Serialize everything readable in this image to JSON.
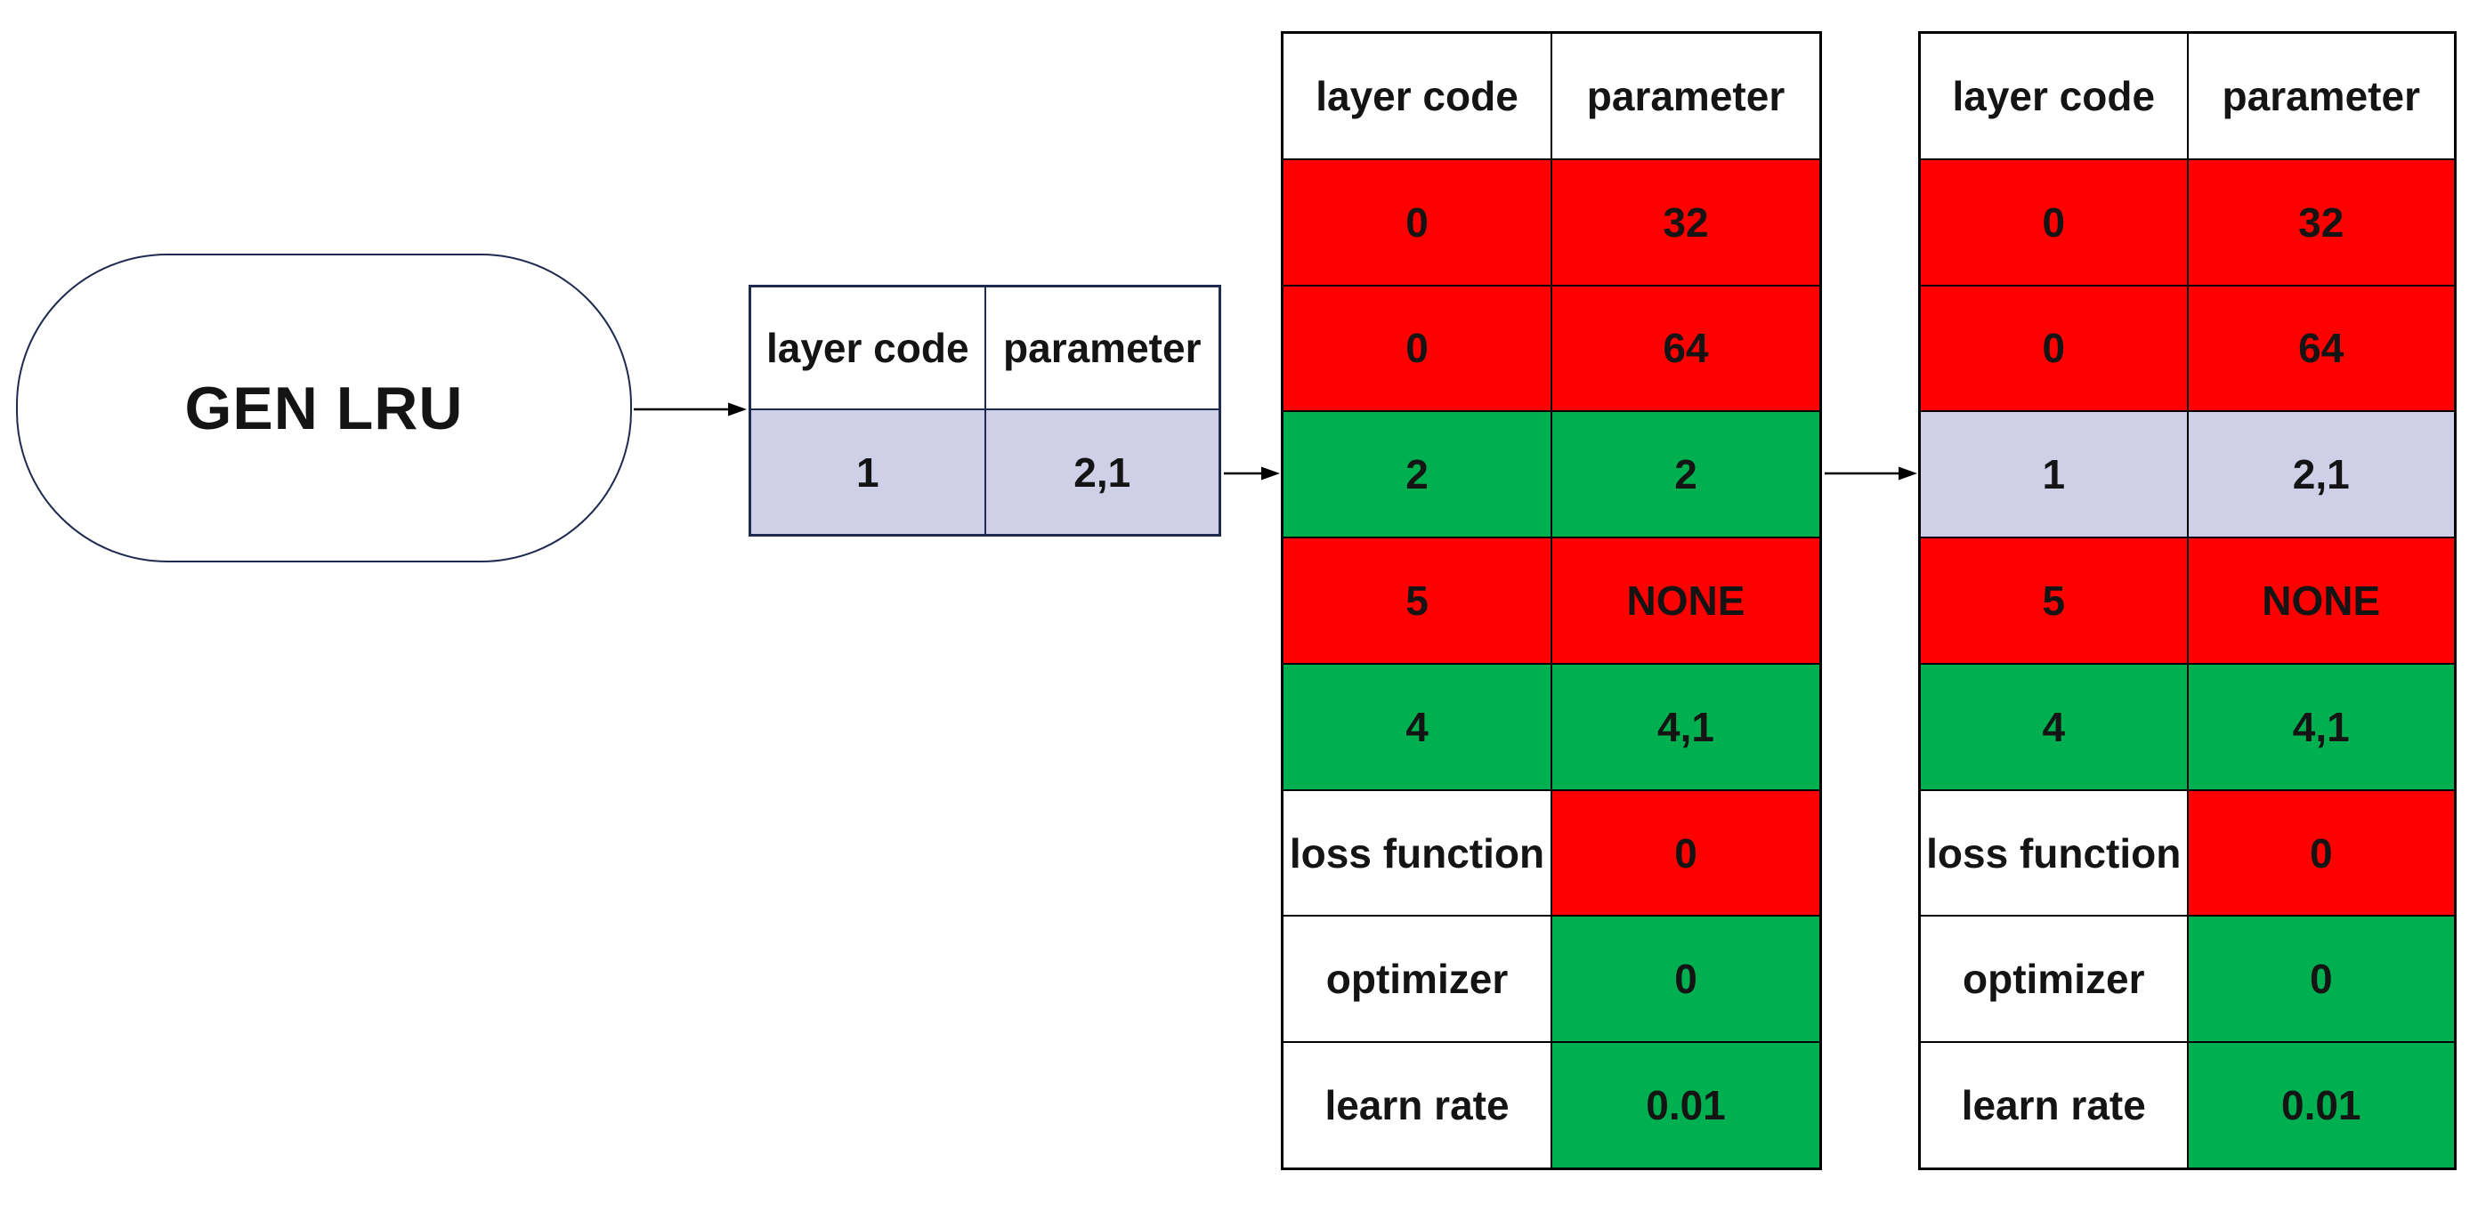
{
  "node": {
    "label": "GEN LRU"
  },
  "colors": {
    "invalid_red": "#ff0000",
    "valid_green": "#00b050",
    "gene_lavender": "#cfcfe8",
    "plain_white": "#ffffff",
    "gene_border_navy": "#1f2a50",
    "grid_border_black": "#000000",
    "text_black": "#141414"
  },
  "tables": {
    "gene": {
      "rows": [
        [
          {
            "text": "layer code",
            "state": "header"
          },
          {
            "text": "parameter",
            "state": "header"
          }
        ],
        [
          {
            "text": "1",
            "state": "selected"
          },
          {
            "text": "2,1",
            "state": "selected"
          }
        ]
      ]
    },
    "base": {
      "rows": [
        [
          {
            "text": "layer code",
            "state": "header"
          },
          {
            "text": "parameter",
            "state": "header"
          }
        ],
        [
          {
            "text": "0",
            "state": "bad"
          },
          {
            "text": "32",
            "state": "bad"
          }
        ],
        [
          {
            "text": "0",
            "state": "bad"
          },
          {
            "text": "64",
            "state": "bad"
          }
        ],
        [
          {
            "text": "2",
            "state": "good"
          },
          {
            "text": "2",
            "state": "good"
          }
        ],
        [
          {
            "text": "5",
            "state": "bad"
          },
          {
            "text": "NONE",
            "state": "bad"
          }
        ],
        [
          {
            "text": "4",
            "state": "good"
          },
          {
            "text": "4,1",
            "state": "good"
          }
        ],
        [
          {
            "text": "loss function",
            "state": "plain"
          },
          {
            "text": "0",
            "state": "bad"
          }
        ],
        [
          {
            "text": "optimizer",
            "state": "plain"
          },
          {
            "text": "0",
            "state": "good"
          }
        ],
        [
          {
            "text": "learn rate",
            "state": "plain"
          },
          {
            "text": "0.01",
            "state": "good"
          }
        ]
      ]
    },
    "mutated": {
      "rows": [
        [
          {
            "text": "layer code",
            "state": "header"
          },
          {
            "text": "parameter",
            "state": "header"
          }
        ],
        [
          {
            "text": "0",
            "state": "bad"
          },
          {
            "text": "32",
            "state": "bad"
          }
        ],
        [
          {
            "text": "0",
            "state": "bad"
          },
          {
            "text": "64",
            "state": "bad"
          }
        ],
        [
          {
            "text": "1",
            "state": "selected"
          },
          {
            "text": "2,1",
            "state": "selected"
          }
        ],
        [
          {
            "text": "5",
            "state": "bad"
          },
          {
            "text": "NONE",
            "state": "bad"
          }
        ],
        [
          {
            "text": "4",
            "state": "good"
          },
          {
            "text": "4,1",
            "state": "good"
          }
        ],
        [
          {
            "text": "loss function",
            "state": "plain"
          },
          {
            "text": "0",
            "state": "bad"
          }
        ],
        [
          {
            "text": "optimizer",
            "state": "plain"
          },
          {
            "text": "0",
            "state": "good"
          }
        ],
        [
          {
            "text": "learn rate",
            "state": "plain"
          },
          {
            "text": "0.01",
            "state": "good"
          }
        ]
      ]
    }
  }
}
